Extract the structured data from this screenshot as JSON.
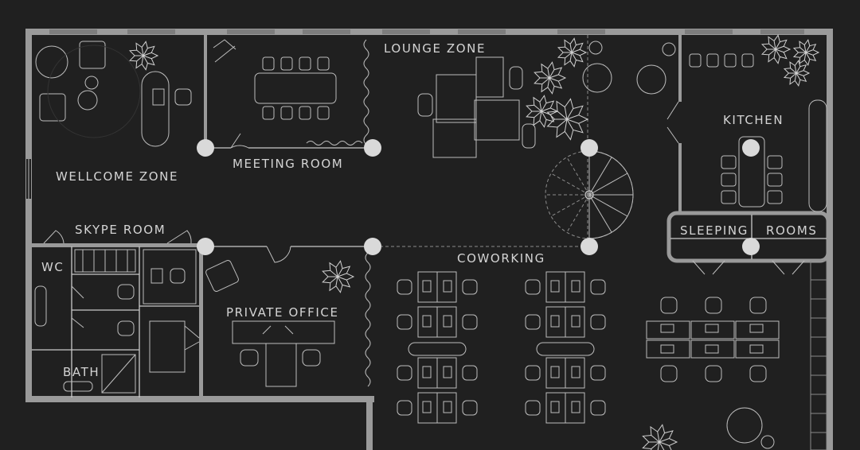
{
  "rooms": {
    "lounge": "LOUNGE ZONE",
    "kitchen": "KITCHEN",
    "welcome": "WELLCOME ZONE",
    "meeting": "MEETING ROOM",
    "skype": "SKYPE ROOM",
    "wc": "WC",
    "bath": "BATH",
    "private_office": "PRIVATE OFFICE",
    "coworking": "COWORKING",
    "sleeping": "SLEEPING",
    "rooms": "ROOMS"
  },
  "colors": {
    "background": "#202020",
    "wall": "#9a9a9a",
    "line": "#c9c9c9",
    "label": "#d4d4d4"
  }
}
